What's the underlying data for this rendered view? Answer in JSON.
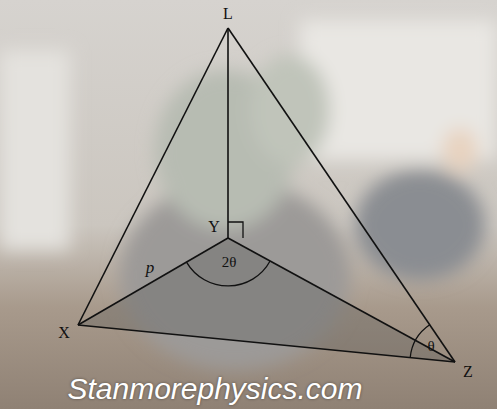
{
  "diagram": {
    "labels": [
      "L",
      "Y",
      "X",
      "Z",
      "p",
      "2θ",
      "θ",
      "Stanmorephysics.com"
    ]
  }
}
